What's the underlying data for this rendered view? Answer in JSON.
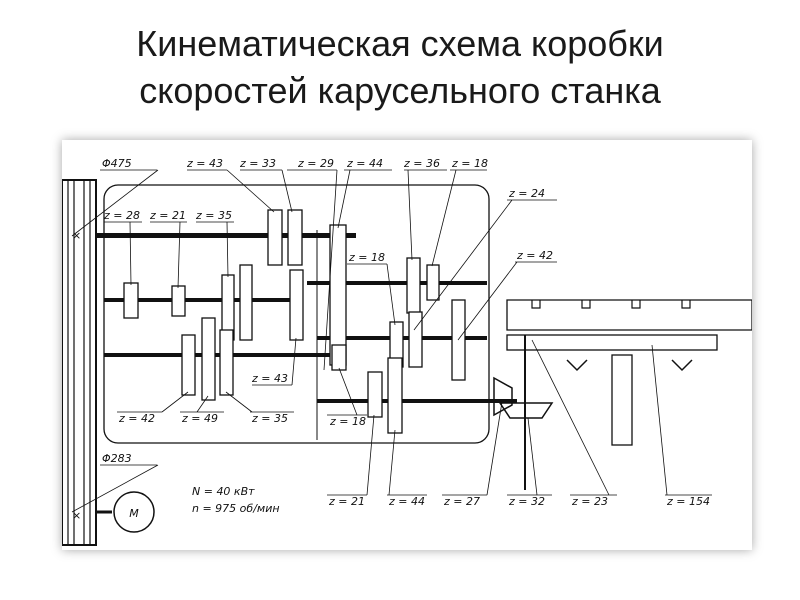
{
  "slide": {
    "title_line1": "Кинематическая схема коробки",
    "title_line2": "скоростей карусельного станка"
  },
  "diagram": {
    "labels": {
      "pulley_top": "Φ475",
      "pulley_bottom": "Φ283",
      "motor": "M",
      "power": "N = 40 кВт",
      "speed": "n = 975 об/мин",
      "z43_top": "z = 43",
      "z33": "z = 33",
      "z29": "z = 29",
      "z44_top": "z = 44",
      "z36": "z = 36",
      "z18_top": "z = 18",
      "z28": "z = 28",
      "z21_left": "z = 21",
      "z35_top": "z = 35",
      "z24": "z = 24",
      "z18_mid": "z = 18",
      "z42_right": "z = 42",
      "z43_bottom": "z = 43",
      "z42_bottom": "z = 42",
      "z49": "z = 49",
      "z35_bottom": "z = 35",
      "z18_bottom": "z = 18",
      "z21_bottom": "z = 21",
      "z44_bottom": "z = 44",
      "z27": "z = 27",
      "z32": "z = 32",
      "z23": "z = 23",
      "z154": "z = 154"
    }
  }
}
